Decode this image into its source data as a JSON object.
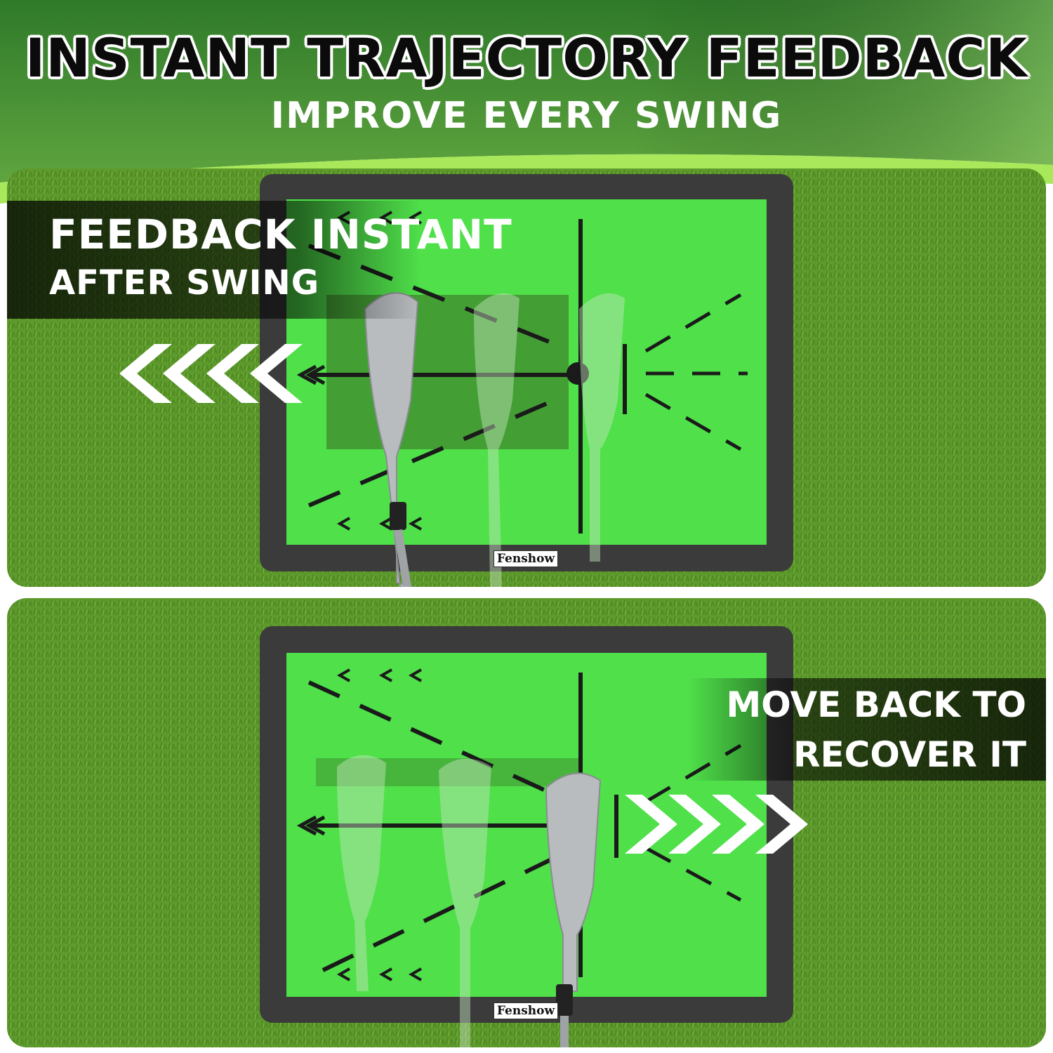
{
  "header": {
    "title": "INSTANT TRAJECTORY FEEDBACK",
    "subtitle": "IMPROVE EVERY SWING"
  },
  "panel_top": {
    "caption_line1": "FEEDBACK INSTANT",
    "caption_line2": "AFTER SWING",
    "arrow_direction": "left",
    "brand": "Fenshow"
  },
  "panel_bottom": {
    "caption_line1": "MOVE BACK TO",
    "caption_line2": "RECOVER IT",
    "arrow_direction": "right",
    "brand": "Fenshow"
  },
  "colors": {
    "header_green": "#4f9a3a",
    "header_accent": "#9be34a",
    "mat_green": "#4fe04a",
    "mat_frame": "#3a3a3a",
    "grass": "#5f9a2a"
  }
}
